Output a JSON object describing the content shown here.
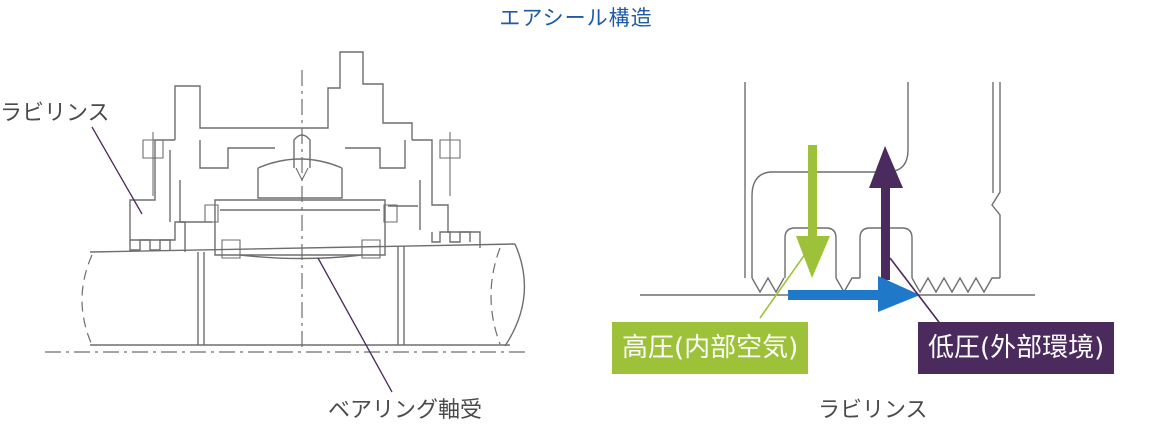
{
  "title": "エアシール構造",
  "left_diagram": {
    "labyrinth_label": "ラビリンス",
    "bearing_label": "ベアリング軸受"
  },
  "right_diagram": {
    "labyrinth_label": "ラビリンス",
    "high_pressure_label": "高圧(内部空気)",
    "low_pressure_label": "低圧(外部環境)"
  },
  "colors": {
    "title": "#1f5aa6",
    "high_pressure": "#9ec13a",
    "low_pressure": "#4b2a5e",
    "flow_arrow": "#1f78c8",
    "leader": "#4b2a5e",
    "line": "#6e6e6e"
  }
}
